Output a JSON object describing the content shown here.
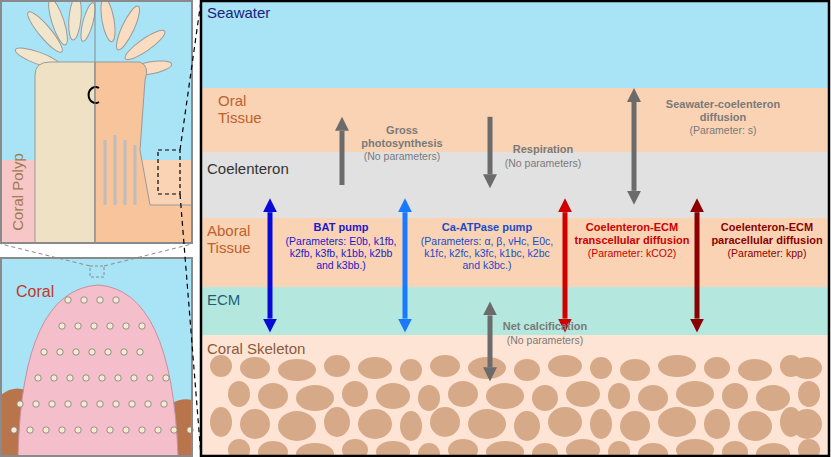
{
  "diagram": {
    "nodes": [
      {
        "text": [
          "Seawater"
        ]
      },
      {
        "text": [
          "Oral Tissue"
        ]
      },
      {
        "text": [
          "Coelenteron"
        ]
      },
      {
        "text": [
          "Aboral Tissue"
        ]
      },
      {
        "text": [
          "ECM"
        ]
      },
      {
        "text": [
          "Coral Skeleton"
        ]
      }
    ],
    "edges": [
      {
        "from": 2,
        "to": 1,
        "arrow": "to",
        "label": "Gross photosynthesis"
      },
      {
        "from": 1,
        "to": 2,
        "arrow": "to",
        "label": "Respiration"
      },
      {
        "from": 0,
        "to": 2,
        "arrow": "both",
        "label": "Seawater-coelenteron diffusion"
      },
      {
        "from": 2,
        "to": 4,
        "arrow": "both",
        "label": "BAT pump"
      },
      {
        "from": 2,
        "to": 4,
        "arrow": "both",
        "label": "Ca-ATPase pump"
      },
      {
        "from": 2,
        "to": 4,
        "arrow": "both",
        "label": "Coelenteron-ECM transcellular diffusion"
      },
      {
        "from": 2,
        "to": 4,
        "arrow": "both",
        "label": "Coelenteron-ECM paracellular diffusion"
      },
      {
        "from": 4,
        "to": 5,
        "arrow": "both",
        "label": "Net calcification"
      }
    ],
    "labels": [
      "Coral Polyp",
      "Coral",
      "(No parameters)",
      "(No parameters)",
      "(Parameter: s)",
      "(Parameters: E0b, k1fb, k2fb, k3fb, k1bb, k2bb and k3bb.)",
      "(Parameters: α, β, vHc, E0c, k1fc, k2fc, k3fc, k1bc, k2bc and k3bc.)",
      "(Parameter: kCO2)",
      "(Parameter: kpp)",
      "(No parameters)"
    ]
  }
}
